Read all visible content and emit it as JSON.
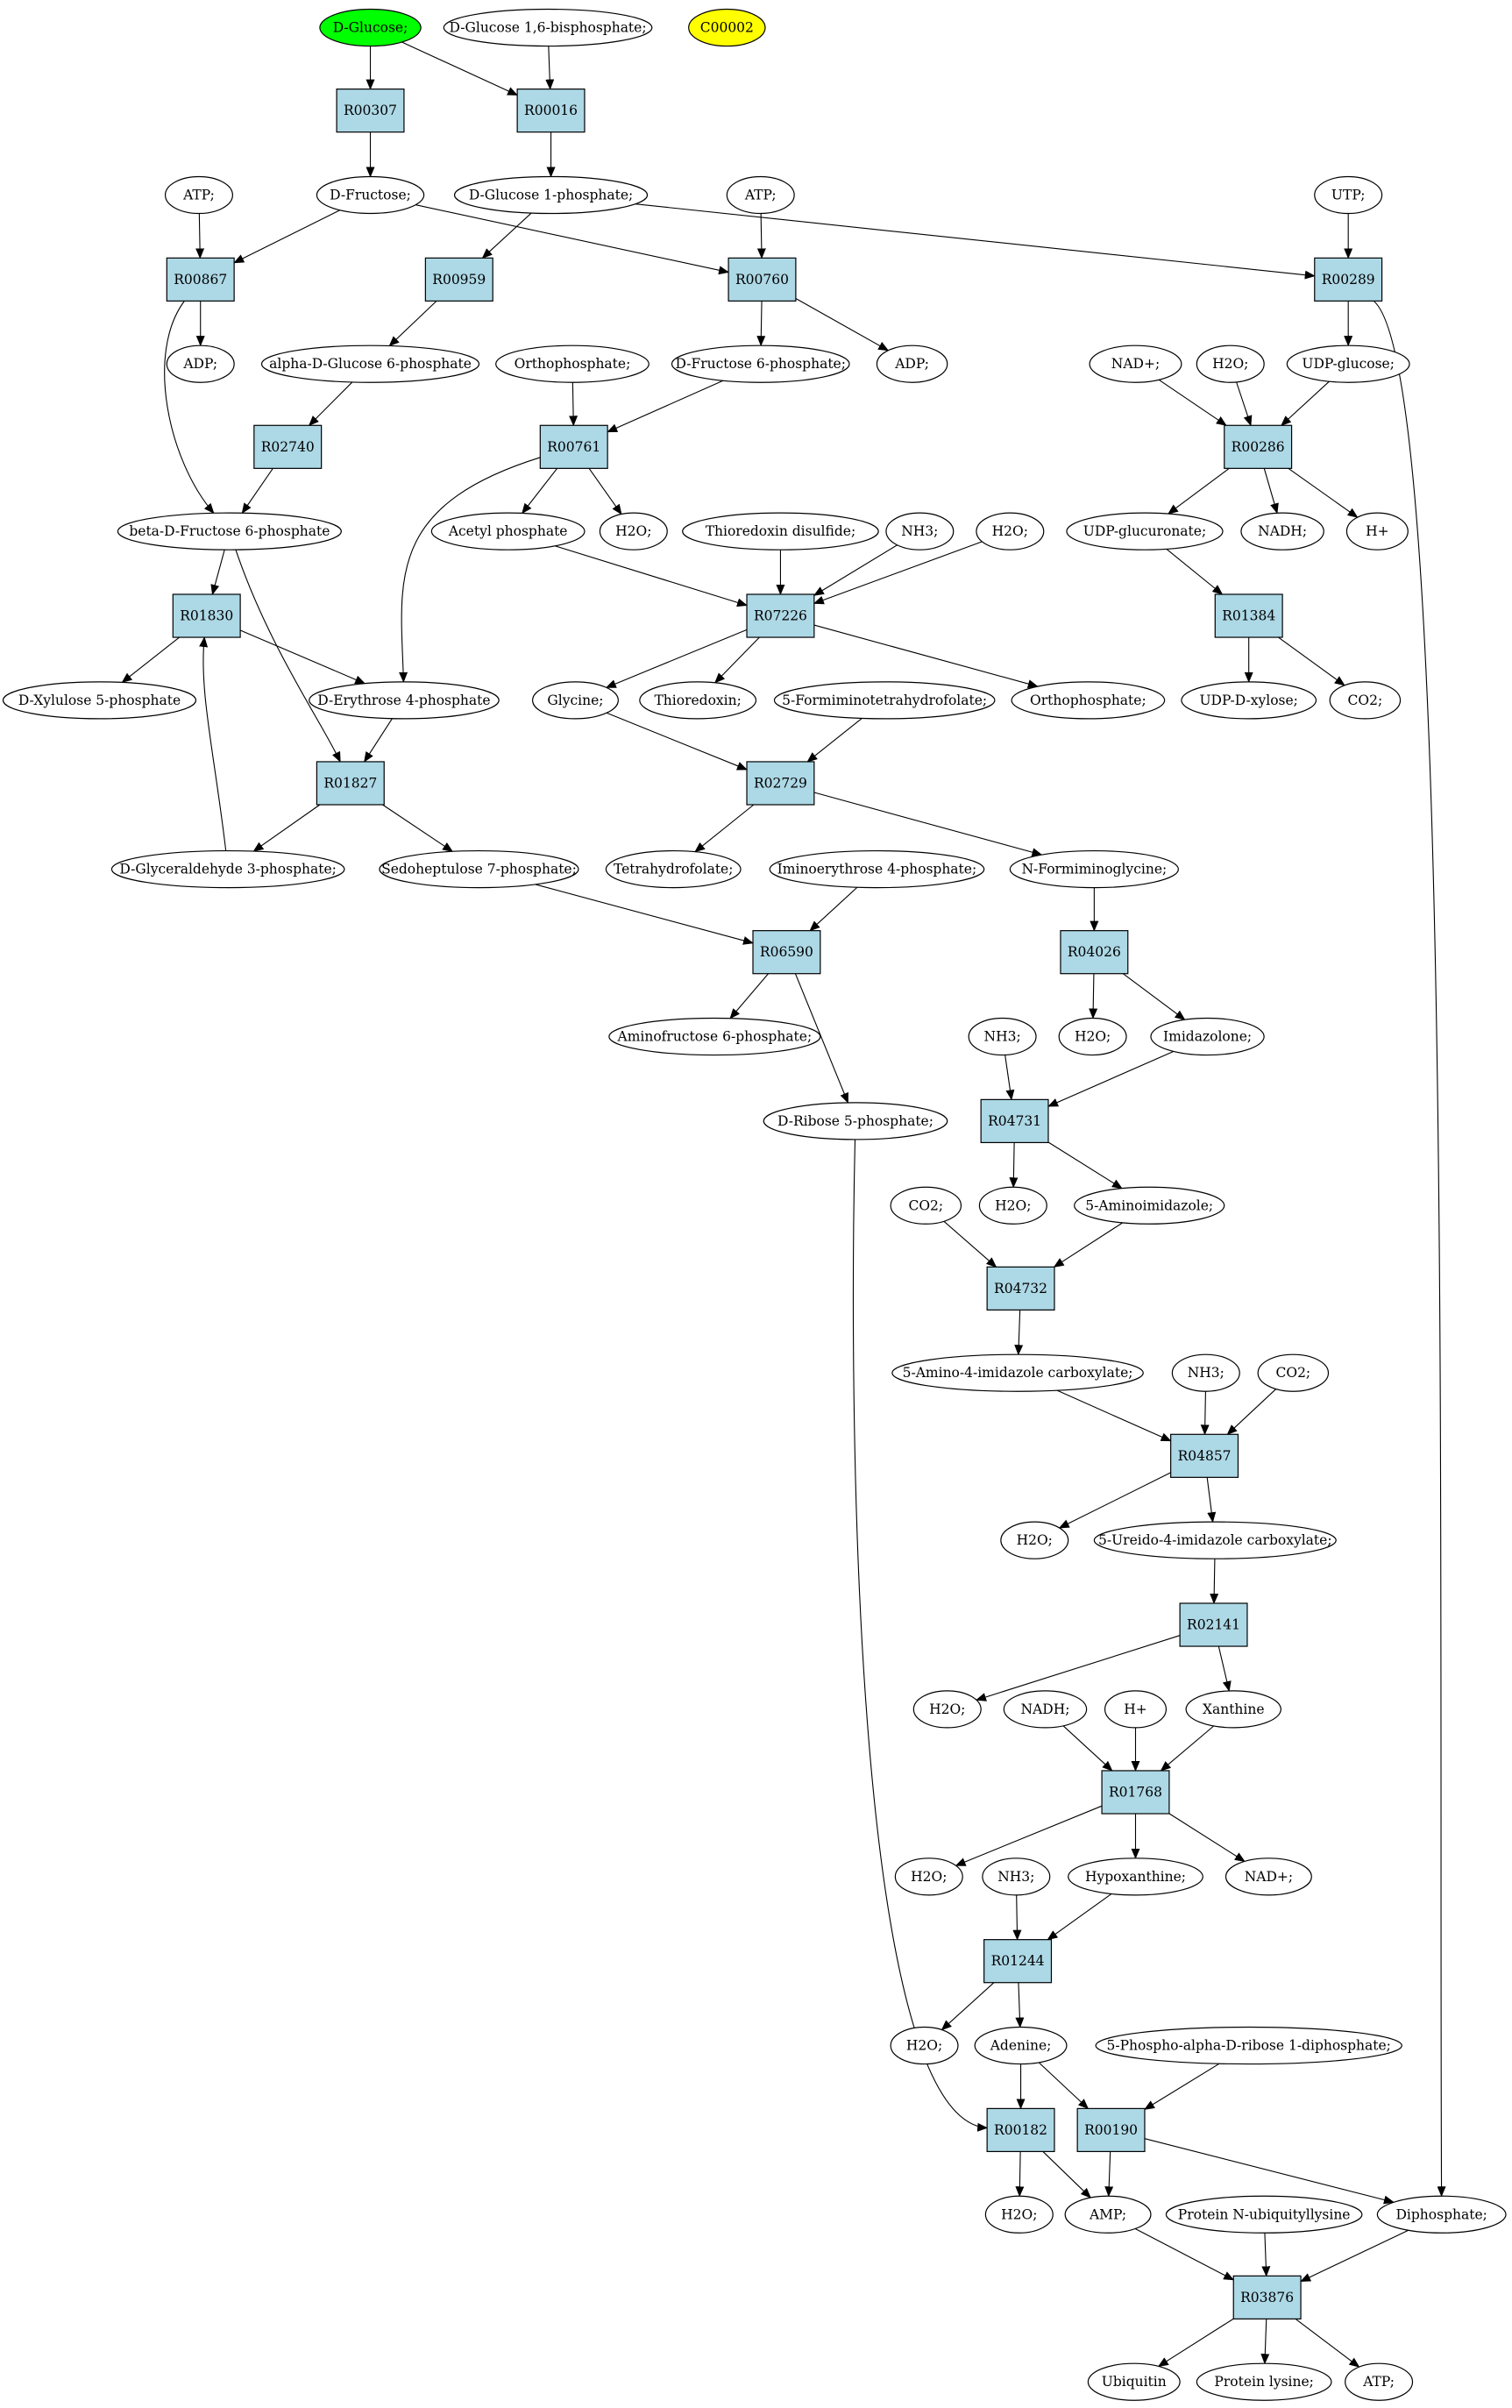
{
  "colors": {
    "reaction_fill": "#add8e6",
    "compound_fill": "#ffffff",
    "highlight_green": "#00ff00",
    "highlight_yellow": "#ffff00",
    "stroke": "#000000"
  },
  "compounds": [
    {
      "id": "c_glucose",
      "label": "D-Glucose;",
      "fill": "#00ff00"
    },
    {
      "id": "c_g16bp",
      "label": "D-Glucose 1,6-bisphosphate;"
    },
    {
      "id": "c_c00002",
      "label": "C00002",
      "fill": "#ffff00"
    },
    {
      "id": "c_atp1",
      "label": "ATP;"
    },
    {
      "id": "c_fructose",
      "label": "D-Fructose;"
    },
    {
      "id": "c_g1p",
      "label": "D-Glucose 1-phosphate;"
    },
    {
      "id": "c_atp2",
      "label": "ATP;"
    },
    {
      "id": "c_utp",
      "label": "UTP;"
    },
    {
      "id": "c_adp1",
      "label": "ADP;"
    },
    {
      "id": "c_ag6p",
      "label": "alpha-D-Glucose 6-phosphate"
    },
    {
      "id": "c_orthop1",
      "label": "Orthophosphate;"
    },
    {
      "id": "c_f6p",
      "label": "D-Fructose 6-phosphate;"
    },
    {
      "id": "c_adp2",
      "label": "ADP;"
    },
    {
      "id": "c_nad1",
      "label": "NAD+;"
    },
    {
      "id": "c_h2o_a",
      "label": "H2O;"
    },
    {
      "id": "c_udpglc",
      "label": "UDP-glucose;"
    },
    {
      "id": "c_bf6p",
      "label": "beta-D-Fructose 6-phosphate"
    },
    {
      "id": "c_acp",
      "label": "Acetyl phosphate"
    },
    {
      "id": "c_h2o_b",
      "label": "H2O;"
    },
    {
      "id": "c_thioss",
      "label": "Thioredoxin disulfide;"
    },
    {
      "id": "c_nh3_a",
      "label": "NH3;"
    },
    {
      "id": "c_h2o_c",
      "label": "H2O;"
    },
    {
      "id": "c_udpgluc",
      "label": "UDP-glucuronate;"
    },
    {
      "id": "c_nadh1",
      "label": "NADH;"
    },
    {
      "id": "c_hplus1",
      "label": "H+"
    },
    {
      "id": "c_xu5p",
      "label": "D-Xylulose 5-phosphate"
    },
    {
      "id": "c_e4p",
      "label": "D-Erythrose 4-phosphate"
    },
    {
      "id": "c_glycine",
      "label": "Glycine;"
    },
    {
      "id": "c_thiored",
      "label": "Thioredoxin;"
    },
    {
      "id": "c_fthf",
      "label": "5-Formiminotetrahydrofolate;"
    },
    {
      "id": "c_orthop2",
      "label": "Orthophosphate;"
    },
    {
      "id": "c_udpxyl",
      "label": "UDP-D-xylose;"
    },
    {
      "id": "c_co2_a",
      "label": "CO2;"
    },
    {
      "id": "c_g3p",
      "label": "D-Glyceraldehyde 3-phosphate;"
    },
    {
      "id": "c_s7p",
      "label": "Sedoheptulose 7-phosphate;"
    },
    {
      "id": "c_thf",
      "label": "Tetrahydrofolate;"
    },
    {
      "id": "c_ie4p",
      "label": "Iminoerythrose 4-phosphate;"
    },
    {
      "id": "c_nfg",
      "label": "N-Formiminoglycine;"
    },
    {
      "id": "c_nh3_b",
      "label": "NH3;"
    },
    {
      "id": "c_h2o_d",
      "label": "H2O;"
    },
    {
      "id": "c_imid",
      "label": "Imidazolone;"
    },
    {
      "id": "c_af6p",
      "label": "Aminofructose 6-phosphate;"
    },
    {
      "id": "c_r5p",
      "label": "D-Ribose 5-phosphate;"
    },
    {
      "id": "c_co2_b",
      "label": "CO2;"
    },
    {
      "id": "c_h2o_e",
      "label": "H2O;"
    },
    {
      "id": "c_5ai",
      "label": "5-Aminoimidazole;"
    },
    {
      "id": "c_5a4ic",
      "label": "5-Amino-4-imidazole carboxylate;"
    },
    {
      "id": "c_nh3_c",
      "label": "NH3;"
    },
    {
      "id": "c_co2_c",
      "label": "CO2;"
    },
    {
      "id": "c_h2o_f",
      "label": "H2O;"
    },
    {
      "id": "c_5u4ic",
      "label": "5-Ureido-4-imidazole carboxylate;"
    },
    {
      "id": "c_h2o_g",
      "label": "H2O;"
    },
    {
      "id": "c_nadh2",
      "label": "NADH;"
    },
    {
      "id": "c_hplus2",
      "label": "H+"
    },
    {
      "id": "c_xanthine",
      "label": "Xanthine"
    },
    {
      "id": "c_h2o_h",
      "label": "H2O;"
    },
    {
      "id": "c_nh3_d",
      "label": "NH3;"
    },
    {
      "id": "c_hypox",
      "label": "Hypoxanthine;"
    },
    {
      "id": "c_nad2",
      "label": "NAD+;"
    },
    {
      "id": "c_h2o_i",
      "label": "H2O;"
    },
    {
      "id": "c_adenine",
      "label": "Adenine;"
    },
    {
      "id": "c_prpp",
      "label": "5-Phospho-alpha-D-ribose 1-diphosphate;"
    },
    {
      "id": "c_h2o_j",
      "label": "H2O;"
    },
    {
      "id": "c_amp",
      "label": "AMP;"
    },
    {
      "id": "c_pnul",
      "label": "Protein N-ubiquityllysine"
    },
    {
      "id": "c_diph",
      "label": "Diphosphate;"
    },
    {
      "id": "c_ubiq",
      "label": "Ubiquitin"
    },
    {
      "id": "c_plys",
      "label": "Protein lysine;"
    },
    {
      "id": "c_atp3",
      "label": "ATP;"
    }
  ],
  "reactions": [
    {
      "id": "R00307",
      "label": "R00307"
    },
    {
      "id": "R00016",
      "label": "R00016"
    },
    {
      "id": "R00867",
      "label": "R00867"
    },
    {
      "id": "R00959",
      "label": "R00959"
    },
    {
      "id": "R00760",
      "label": "R00760"
    },
    {
      "id": "R00289",
      "label": "R00289"
    },
    {
      "id": "R02740",
      "label": "R02740"
    },
    {
      "id": "R00761",
      "label": "R00761"
    },
    {
      "id": "R00286",
      "label": "R00286"
    },
    {
      "id": "R01830",
      "label": "R01830"
    },
    {
      "id": "R07226",
      "label": "R07226"
    },
    {
      "id": "R01384",
      "label": "R01384"
    },
    {
      "id": "R01827",
      "label": "R01827"
    },
    {
      "id": "R02729",
      "label": "R02729"
    },
    {
      "id": "R06590",
      "label": "R06590"
    },
    {
      "id": "R04026",
      "label": "R04026"
    },
    {
      "id": "R04731",
      "label": "R04731"
    },
    {
      "id": "R04732",
      "label": "R04732"
    },
    {
      "id": "R04857",
      "label": "R04857"
    },
    {
      "id": "R02141",
      "label": "R02141"
    },
    {
      "id": "R01768",
      "label": "R01768"
    },
    {
      "id": "R01244",
      "label": "R01244"
    },
    {
      "id": "R00182",
      "label": "R00182"
    },
    {
      "id": "R00190",
      "label": "R00190"
    },
    {
      "id": "R03876",
      "label": "R03876"
    }
  ],
  "edges": [
    [
      "c_glucose",
      "R00307"
    ],
    [
      "c_glucose",
      "R00016"
    ],
    [
      "c_g16bp",
      "R00016"
    ],
    [
      "R00307",
      "c_fructose"
    ],
    [
      "R00016",
      "c_g1p"
    ],
    [
      "c_atp1",
      "R00867"
    ],
    [
      "c_fructose",
      "R00867"
    ],
    [
      "c_fructose",
      "R00760"
    ],
    [
      "c_g1p",
      "R00959"
    ],
    [
      "c_g1p",
      "R00289"
    ],
    [
      "c_atp2",
      "R00760"
    ],
    [
      "c_utp",
      "R00289"
    ],
    [
      "R00867",
      "c_adp1"
    ],
    [
      "R00867",
      "c_bf6p"
    ],
    [
      "R00959",
      "c_ag6p"
    ],
    [
      "R00760",
      "c_f6p"
    ],
    [
      "R00760",
      "c_adp2"
    ],
    [
      "R00289",
      "c_udpglc"
    ],
    [
      "R00289",
      "c_diph"
    ],
    [
      "c_ag6p",
      "R02740"
    ],
    [
      "c_orthop1",
      "R00761"
    ],
    [
      "c_f6p",
      "R00761"
    ],
    [
      "c_nad1",
      "R00286"
    ],
    [
      "c_h2o_a",
      "R00286"
    ],
    [
      "c_udpglc",
      "R00286"
    ],
    [
      "R02740",
      "c_bf6p"
    ],
    [
      "R00761",
      "c_acp"
    ],
    [
      "R00761",
      "c_h2o_b"
    ],
    [
      "R00761",
      "c_e4p"
    ],
    [
      "R00286",
      "c_udpgluc"
    ],
    [
      "R00286",
      "c_nadh1"
    ],
    [
      "R00286",
      "c_hplus1"
    ],
    [
      "c_bf6p",
      "R01830"
    ],
    [
      "c_bf6p",
      "R01827"
    ],
    [
      "c_acp",
      "R07226"
    ],
    [
      "c_thioss",
      "R07226"
    ],
    [
      "c_nh3_a",
      "R07226"
    ],
    [
      "c_h2o_c",
      "R07226"
    ],
    [
      "c_udpgluc",
      "R01384"
    ],
    [
      "R01830",
      "c_xu5p"
    ],
    [
      "R01830",
      "c_e4p"
    ],
    [
      "R07226",
      "c_glycine"
    ],
    [
      "R07226",
      "c_thiored"
    ],
    [
      "R07226",
      "c_orthop2"
    ],
    [
      "R01384",
      "c_udpxyl"
    ],
    [
      "R01384",
      "c_co2_a"
    ],
    [
      "c_e4p",
      "R01827"
    ],
    [
      "c_g3p",
      "R01830"
    ],
    [
      "c_glycine",
      "R02729"
    ],
    [
      "c_fthf",
      "R02729"
    ],
    [
      "R01827",
      "c_g3p"
    ],
    [
      "R01827",
      "c_s7p"
    ],
    [
      "R02729",
      "c_thf"
    ],
    [
      "R02729",
      "c_nfg"
    ],
    [
      "c_s7p",
      "R06590"
    ],
    [
      "c_ie4p",
      "R06590"
    ],
    [
      "c_nfg",
      "R04026"
    ],
    [
      "R06590",
      "c_af6p"
    ],
    [
      "R06590",
      "c_r5p"
    ],
    [
      "R04026",
      "c_h2o_d"
    ],
    [
      "R04026",
      "c_imid"
    ],
    [
      "c_nh3_b",
      "R04731"
    ],
    [
      "c_imid",
      "R04731"
    ],
    [
      "R04731",
      "c_h2o_e"
    ],
    [
      "R04731",
      "c_5ai"
    ],
    [
      "c_co2_b",
      "R04732"
    ],
    [
      "c_5ai",
      "R04732"
    ],
    [
      "R04732",
      "c_5a4ic"
    ],
    [
      "c_5a4ic",
      "R04857"
    ],
    [
      "c_nh3_c",
      "R04857"
    ],
    [
      "c_co2_c",
      "R04857"
    ],
    [
      "R04857",
      "c_h2o_f"
    ],
    [
      "R04857",
      "c_5u4ic"
    ],
    [
      "c_5u4ic",
      "R02141"
    ],
    [
      "R02141",
      "c_h2o_g"
    ],
    [
      "R02141",
      "c_xanthine"
    ],
    [
      "c_nadh2",
      "R01768"
    ],
    [
      "c_hplus2",
      "R01768"
    ],
    [
      "c_xanthine",
      "R01768"
    ],
    [
      "R01768",
      "c_h2o_h"
    ],
    [
      "R01768",
      "c_hypox"
    ],
    [
      "R01768",
      "c_nad2"
    ],
    [
      "c_nh3_d",
      "R01244"
    ],
    [
      "c_hypox",
      "R01244"
    ],
    [
      "R01244",
      "c_h2o_i"
    ],
    [
      "R01244",
      "c_adenine"
    ],
    [
      "c_r5p",
      "R00182"
    ],
    [
      "c_adenine",
      "R00182"
    ],
    [
      "c_adenine",
      "R00190"
    ],
    [
      "c_prpp",
      "R00190"
    ],
    [
      "R00182",
      "c_h2o_j"
    ],
    [
      "R00182",
      "c_amp"
    ],
    [
      "R00190",
      "c_amp"
    ],
    [
      "R00190",
      "c_diph"
    ],
    [
      "c_amp",
      "R03876"
    ],
    [
      "c_pnul",
      "R03876"
    ],
    [
      "c_diph",
      "R03876"
    ],
    [
      "R03876",
      "c_ubiq"
    ],
    [
      "R03876",
      "c_plys"
    ],
    [
      "R03876",
      "c_atp3"
    ]
  ]
}
